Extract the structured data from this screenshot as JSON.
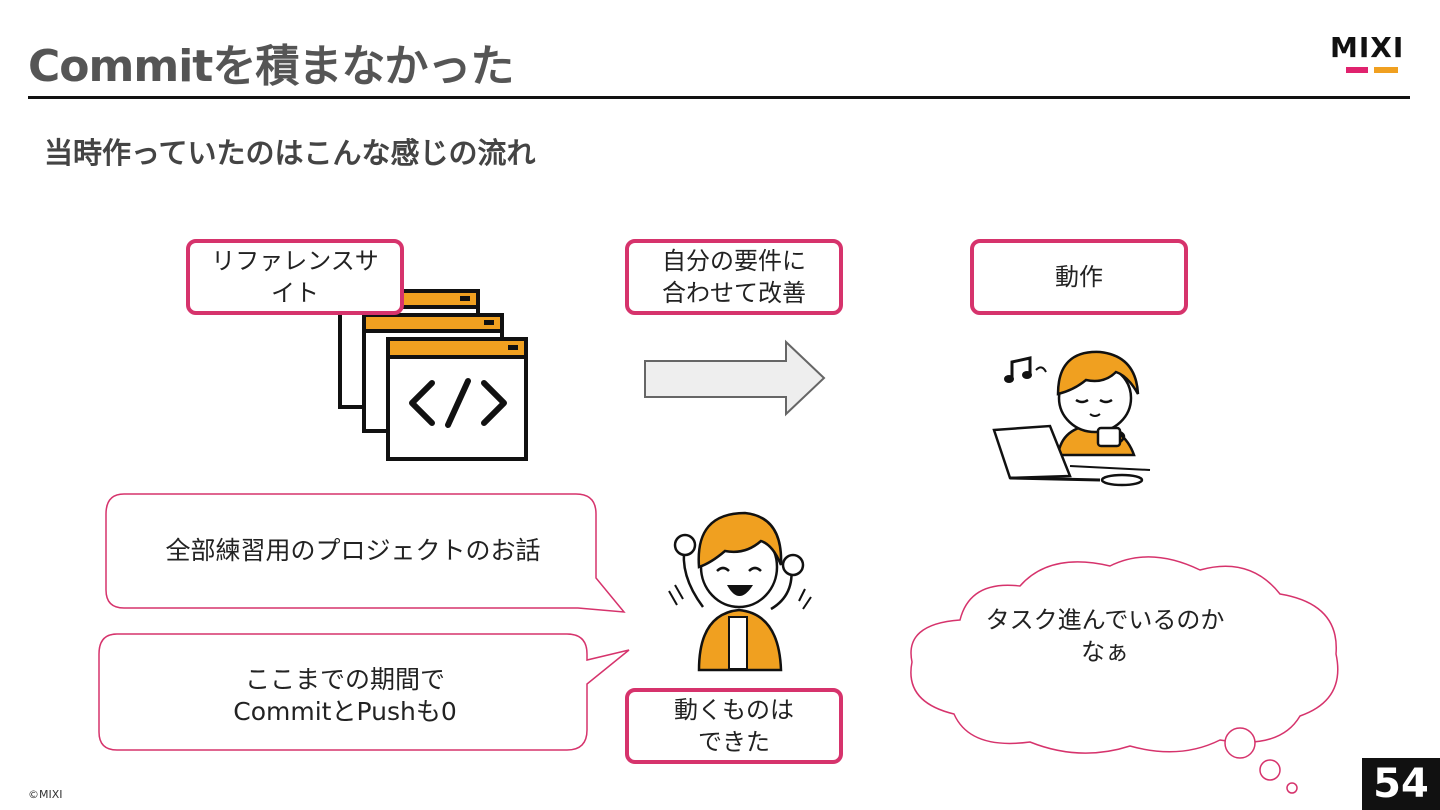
{
  "slide": {
    "title": "Commitを積まなかった",
    "subtitle": "当時作っていたのはこんな感じの流れ",
    "logo_text": "MIXI",
    "credit": "©MIXI",
    "page_number": "54"
  },
  "flow": {
    "reference_site_label": "リファレンスサ\nイト",
    "adapt_label": "自分の要件に\n合わせて改善",
    "run_label": "動作",
    "works_label": "動くものは\nできた"
  },
  "bubbles": {
    "practice_project": "全部練習用のプロジェクトのお話",
    "zero_commits": "ここまでの期間で\nCommitとPushも0"
  },
  "thought": {
    "text": "タスク進んでいるのか\nなぁ"
  },
  "colors": {
    "accent_border": "#d6336c",
    "window_bar": "#f0a020",
    "arrow_fill": "#eeeeee",
    "hair": "#f0a020",
    "logo_pink": "#e0226e",
    "logo_orange": "#f0a020"
  },
  "icons": {
    "code_windows": "code-window-stack-icon",
    "arrow": "right-arrow-icon",
    "music": "music-note-icon"
  }
}
